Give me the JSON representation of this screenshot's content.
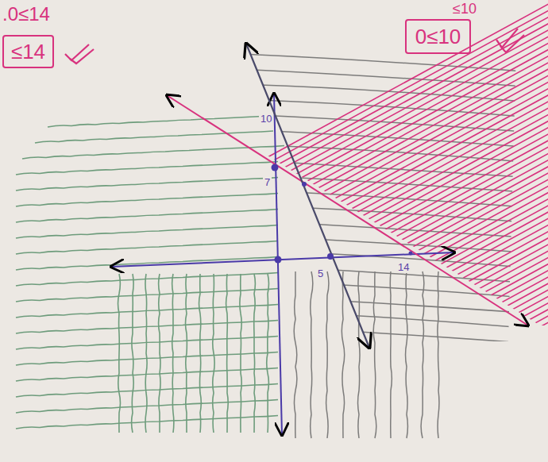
{
  "diagram": {
    "nodes": [
      {
        "text": [
          "≤14"
        ]
      },
      {
        "text": [
          "0≤10"
        ]
      }
    ],
    "labels": [
      ".0≤14",
      "≤10",
      "10",
      "7",
      "5",
      "14"
    ]
  }
}
